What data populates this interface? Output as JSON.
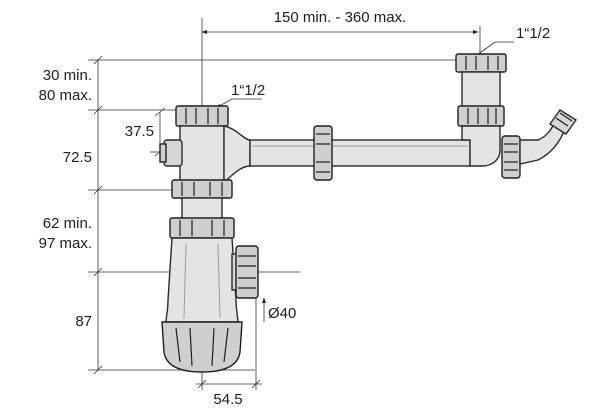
{
  "diagram": {
    "parts": [
      "siphon-trap",
      "overflow-outlet",
      "extension-pipe",
      "upper-connector",
      "hose-adapter"
    ],
    "labels": {
      "width_range": "150 min. - 360 max.",
      "thread_top_right": "1“1/2",
      "thread_top_left": "1“1/2",
      "upper_min": "30 min.",
      "upper_max": "80 max.",
      "outlet_offset": "37.5",
      "body_height": "72.5",
      "middle_min": "62 min.",
      "middle_max": "97 max.",
      "bottom_height": "87",
      "outlet_diameter": "Ø40",
      "bottom_width": "54.5"
    }
  }
}
